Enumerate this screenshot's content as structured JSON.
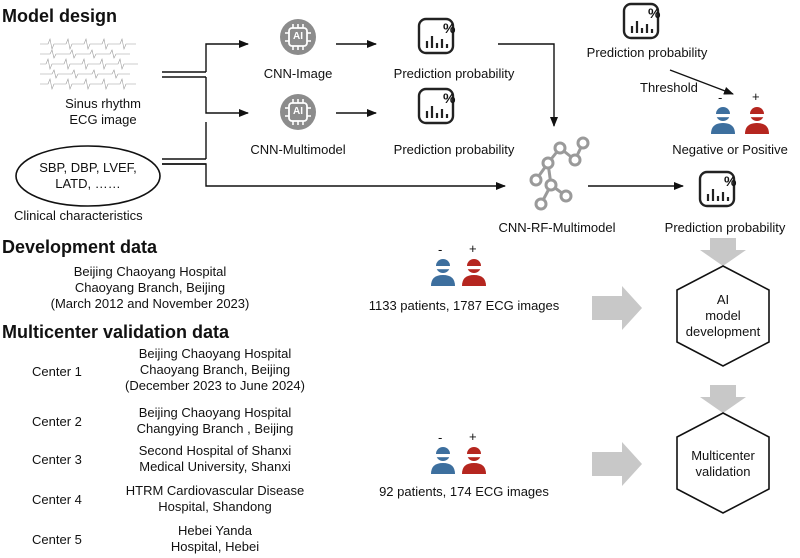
{
  "model_design": {
    "heading": "Model design",
    "ecg_label": [
      "Sinus rhythm",
      "ECG image"
    ],
    "clinical_oval": [
      "SBP, DBP, LVEF,",
      "LATD, ……"
    ],
    "clinical_label": "Clinical characteristics",
    "cnn_image": "CNN-Image",
    "cnn_multimodel": "CNN-Multimodel",
    "prediction_1": "Prediction probability",
    "prediction_2": "Prediction probability",
    "cnn_rf": "CNN-RF-Multimodel",
    "prediction_3": "Prediction probability",
    "prediction_top": "Prediction probability",
    "threshold": "Threshold",
    "neg_or_pos": "Negative or Positive",
    "ai_badge": "AI",
    "percent_sign": "%",
    "minus": "-",
    "plus": "+"
  },
  "development": {
    "heading": "Development data",
    "hospital": [
      "Beijing Chaoyang Hospital",
      "Chaoyang Branch, Beijing",
      "(March 2012 and November 2023)"
    ],
    "patients": "1133 patients, 1787 ECG images",
    "box": [
      "AI",
      "model",
      "development"
    ]
  },
  "validation": {
    "heading": "Multicenter validation data",
    "centers": [
      {
        "name": "Center 1",
        "lines": [
          "Beijing Chaoyang Hospital",
          "Chaoyang Branch, Beijing",
          "(December 2023 to June 2024)"
        ]
      },
      {
        "name": "Center 2",
        "lines": [
          "Beijing Chaoyang Hospital",
          "Changying Branch , Beijing"
        ]
      },
      {
        "name": "Center 3",
        "lines": [
          "Second Hospital of Shanxi",
          "Medical University, Shanxi"
        ]
      },
      {
        "name": "Center 4",
        "lines": [
          "HTRM Cardiovascular Disease",
          "Hospital, Shandong"
        ]
      },
      {
        "name": "Center 5",
        "lines": [
          "Hebei Yanda",
          "Hospital, Hebei"
        ]
      }
    ],
    "patients": "92 patients, 174 ECG images",
    "box": [
      "Multicenter",
      "validation"
    ]
  },
  "colors": {
    "negative_person": "#3d6f9e",
    "positive_person": "#b5261f",
    "ai_icon": "#8c8c8c",
    "tree_icon": "#9a9a9a",
    "block_arrow": "#c8c8c8"
  }
}
